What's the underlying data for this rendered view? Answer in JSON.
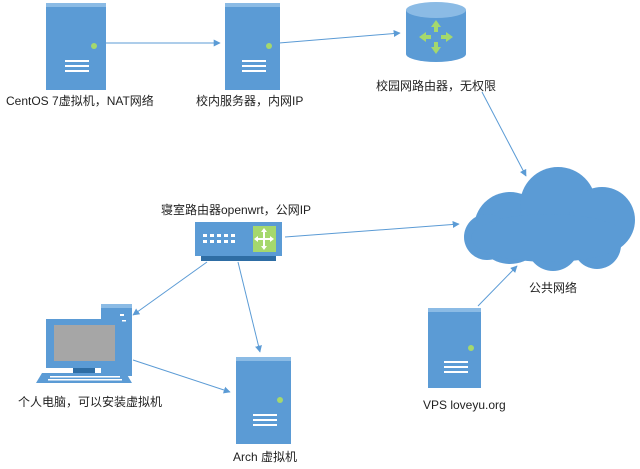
{
  "colors": {
    "device_fill": "#5b9bd5",
    "device_light": "#8bbbe5",
    "device_dark": "#2e6da4",
    "edge": "#5b9bd5",
    "status_led": "#a5d86d",
    "screen": "#a6a6a6",
    "label_text": "#1f1f1f"
  },
  "nodes": {
    "centos_vm": {
      "label": "CentOS 7虚拟机，NAT网络",
      "icon": "server-icon"
    },
    "campus_server": {
      "label": "校内服务器，内网IP",
      "icon": "server-icon"
    },
    "campus_router": {
      "label": "校园网路由器，无权限",
      "icon": "router-icon"
    },
    "public_network": {
      "label": "公共网络",
      "icon": "cloud-icon"
    },
    "dorm_router": {
      "label": "寝室路由器openwrt，公网IP",
      "icon": "switch-icon"
    },
    "personal_pc": {
      "label": "个人电脑，可以安装虚拟机",
      "icon": "desktop-computer-icon"
    },
    "arch_vm": {
      "label": "Arch 虚拟机",
      "icon": "server-icon"
    },
    "vps": {
      "label": "VPS loveyu.org",
      "icon": "server-icon"
    }
  },
  "edges": [
    {
      "from": "centos_vm",
      "to": "campus_server"
    },
    {
      "from": "campus_server",
      "to": "campus_router"
    },
    {
      "from": "campus_router",
      "to": "public_network"
    },
    {
      "from": "dorm_router",
      "to": "public_network"
    },
    {
      "from": "dorm_router",
      "to": "personal_pc"
    },
    {
      "from": "dorm_router",
      "to": "arch_vm"
    },
    {
      "from": "personal_pc",
      "to": "arch_vm"
    },
    {
      "from": "vps",
      "to": "public_network"
    }
  ]
}
